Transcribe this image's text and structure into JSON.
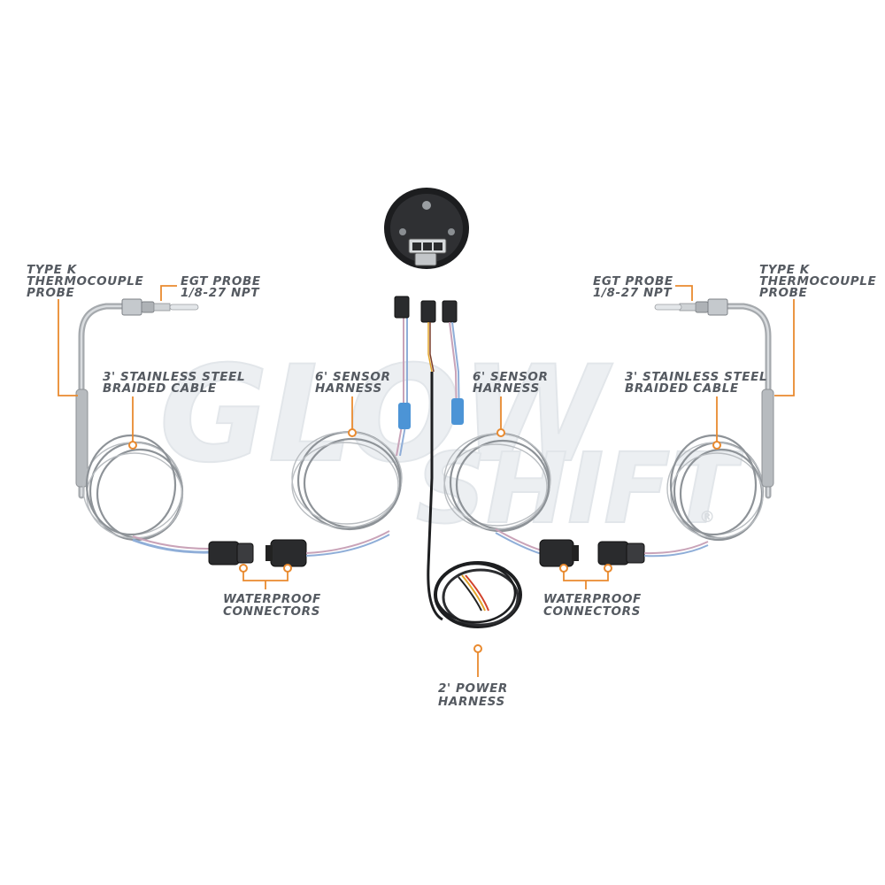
{
  "brand": {
    "line1": "GLOW",
    "line2": "SHIFT",
    "registered": "®"
  },
  "colors": {
    "leader": "#e98a2f",
    "label_text": "#555a61",
    "watermark": "#e9ecef"
  },
  "labels": {
    "left_thermocouple": [
      "TYPE K",
      "THERMOCOUPLE",
      "PROBE"
    ],
    "left_egt_probe": [
      "EGT PROBE",
      "1/8-27 NPT"
    ],
    "left_braided_cable": [
      "3' STAINLESS STEEL",
      "BRAIDED CABLE"
    ],
    "left_sensor_harness": [
      "6' SENSOR",
      "HARNESS"
    ],
    "right_sensor_harness": [
      "6' SENSOR",
      "HARNESS"
    ],
    "right_braided_cable": [
      "3' STAINLESS STEEL",
      "BRAIDED CABLE"
    ],
    "right_egt_probe": [
      "EGT PROBE",
      "1/8-27 NPT"
    ],
    "right_thermocouple": [
      "TYPE K",
      "THERMOCOUPLE",
      "PROBE"
    ],
    "left_waterproof": [
      "WATERPROOF",
      "CONNECTORS"
    ],
    "right_waterproof": [
      "WATERPROOF",
      "CONNECTORS"
    ],
    "power_harness": [
      "2' POWER",
      "HARNESS"
    ]
  }
}
